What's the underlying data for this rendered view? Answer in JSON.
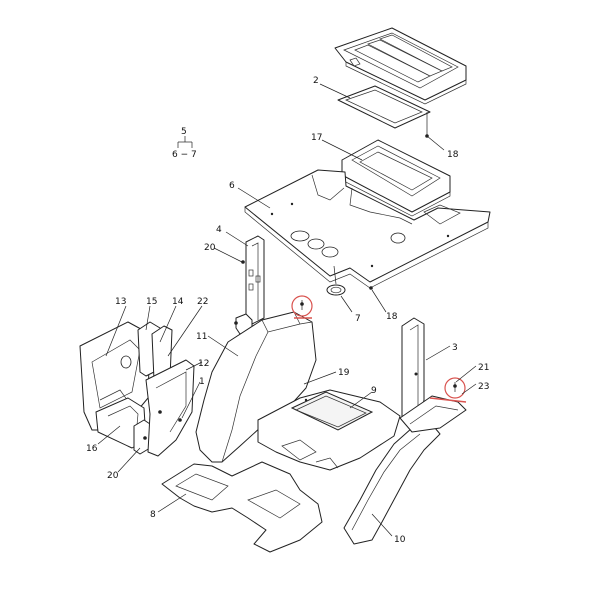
{
  "callouts": {
    "c2": "2",
    "c18a": "18",
    "c17": "17",
    "c5": "5",
    "c6_7": "6 − 7",
    "c6": "6",
    "c4": "4",
    "c20a": "20",
    "c18b": "18",
    "c7": "7",
    "c13": "13",
    "c15": "15",
    "c14": "14",
    "c22": "22",
    "c11": "11",
    "c12": "12",
    "c1": "1",
    "c16": "16",
    "c20b": "20",
    "c19": "19",
    "c9": "9",
    "c3": "3",
    "c21": "21",
    "c23": "23",
    "c8": "8",
    "c10": "10"
  },
  "highlight_color": "#d9534f",
  "line_color": "#222222"
}
